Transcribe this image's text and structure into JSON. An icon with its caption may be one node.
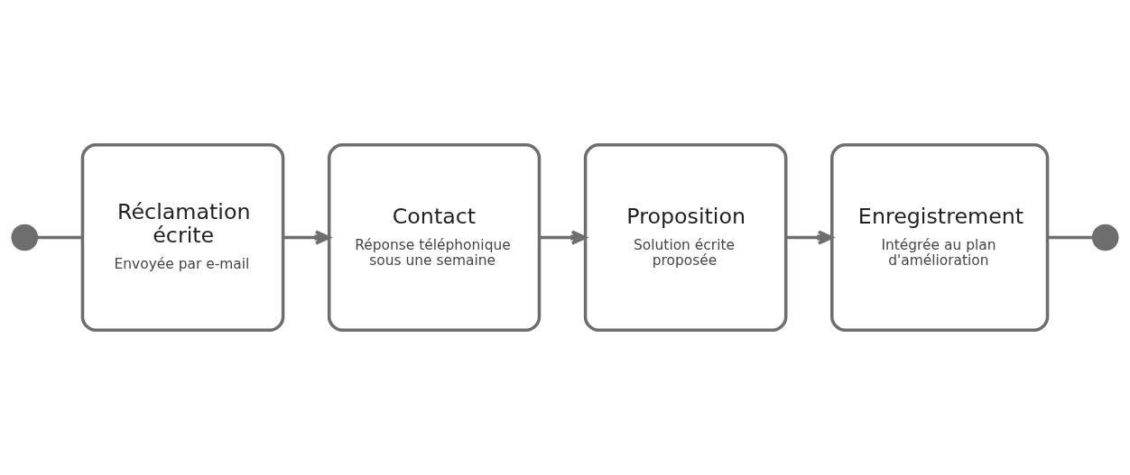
{
  "diagram": {
    "nodes": [
      {
        "text": [],
        "shape": "circle"
      },
      {
        "text": [
          "Réclamation écrite",
          "Envoyée par e-mail"
        ]
      },
      {
        "text": [
          "Contact",
          "Réponse téléphonique sous une semaine"
        ]
      },
      {
        "text": [
          "Proposition",
          "Solution écrite proposée"
        ]
      },
      {
        "text": [
          "Enregistrement",
          "Intégrée au plan d'amélioration"
        ]
      },
      {
        "text": [],
        "shape": "circle"
      }
    ],
    "edges": [
      {
        "from": 0,
        "to": 1,
        "arrow": "none"
      },
      {
        "from": 1,
        "to": 2,
        "arrow": "to"
      },
      {
        "from": 2,
        "to": 3,
        "arrow": "to"
      },
      {
        "from": 3,
        "to": 4,
        "arrow": "to"
      },
      {
        "from": 4,
        "to": 5,
        "arrow": "none"
      }
    ]
  }
}
